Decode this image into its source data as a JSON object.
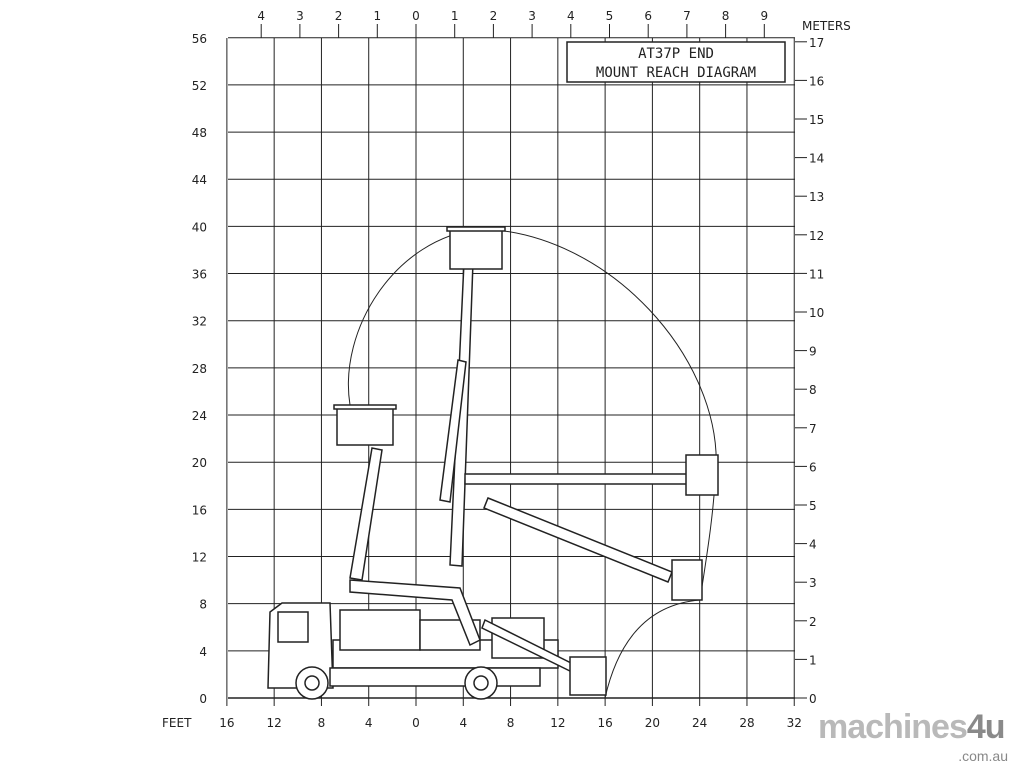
{
  "title": {
    "line1": "AT37P END",
    "line2": "MOUNT REACH DIAGRAM"
  },
  "axes": {
    "left_unit": "FEET",
    "right_unit": "METERS",
    "feet_y_ticks": [
      "0",
      "4",
      "8",
      "12",
      "16",
      "20",
      "24",
      "28",
      "32",
      "36",
      "40",
      "44",
      "48",
      "52",
      "56"
    ],
    "feet_x_ticks": [
      "16",
      "12",
      "8",
      "4",
      "0",
      "4",
      "8",
      "12",
      "16",
      "20",
      "24",
      "28",
      "32"
    ],
    "meter_x_ticks": [
      "4",
      "3",
      "2",
      "1",
      "0",
      "1",
      "2",
      "3",
      "4",
      "5",
      "6",
      "7",
      "8",
      "9"
    ],
    "meter_y_ticks": [
      "0",
      "1",
      "2",
      "3",
      "4",
      "5",
      "6",
      "7",
      "8",
      "9",
      "10",
      "11",
      "12",
      "13",
      "14",
      "15",
      "16",
      "17"
    ]
  },
  "watermark": {
    "brand": "machines",
    "brand_num": "4u",
    "domain": ".com.au"
  }
}
